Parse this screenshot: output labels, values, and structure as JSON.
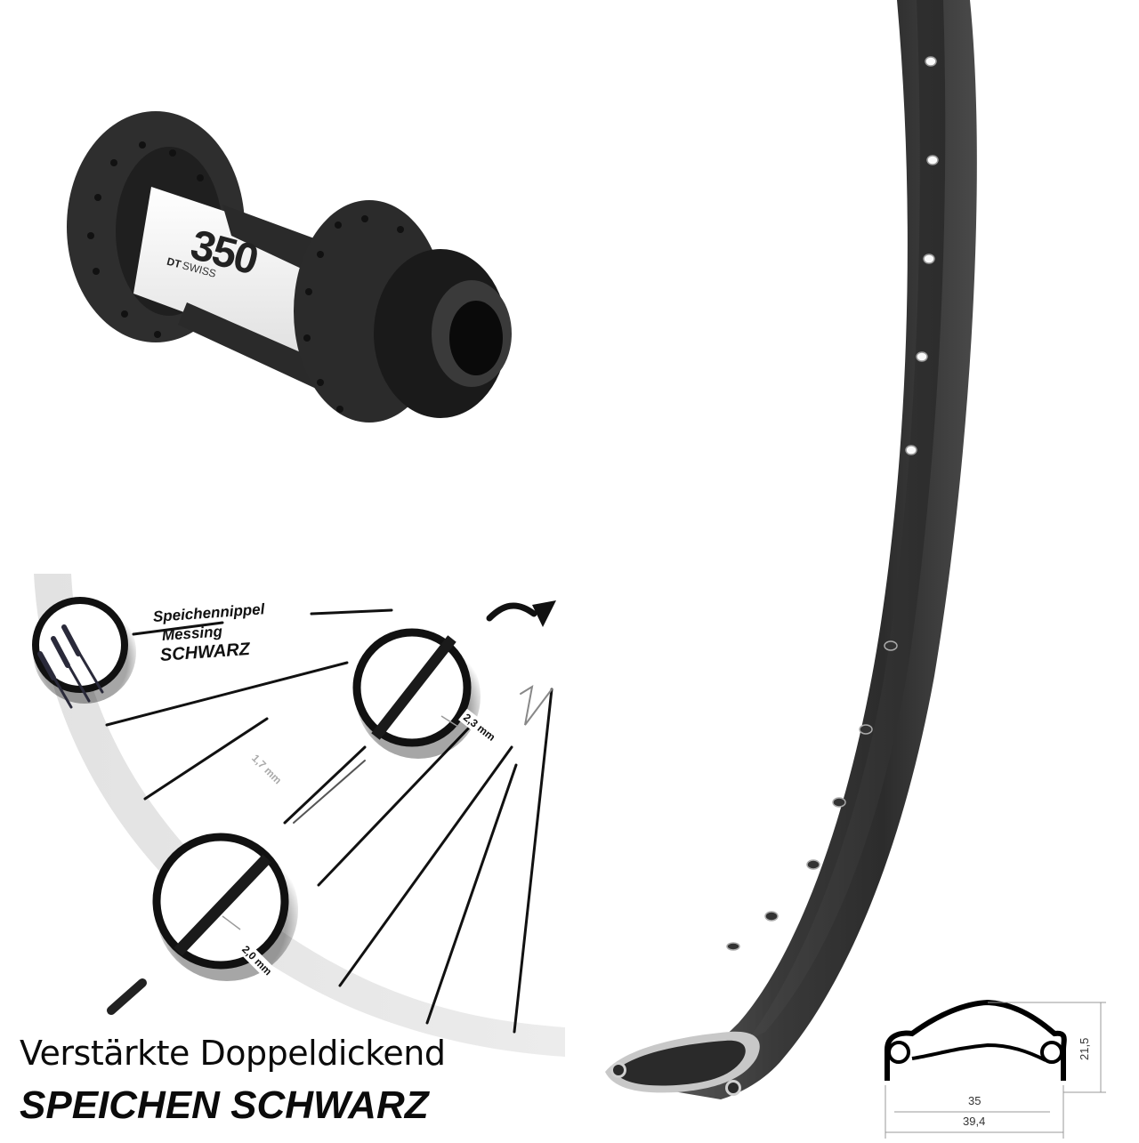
{
  "hub": {
    "model_number": "350",
    "brand_prefix": "DT",
    "brand_suffix": "SWISS",
    "colors": {
      "body": "#f2f2f2",
      "flange": "#2b2b2b",
      "stripe": "#2a2a2a"
    }
  },
  "spoke_diagram": {
    "nipple_callout": {
      "line1": "Speichennippel",
      "line2": "Messing",
      "line3": "SCHWARZ"
    },
    "measurements": {
      "outer_diameter": "2,3 mm",
      "middle_diameter": "1,7 mm",
      "end_diameter": "2,0 mm"
    },
    "rim_arc_color": "#e6e6e6"
  },
  "headline": {
    "line1": "Verstärkte Doppeldickend",
    "line2": "SPEICHEN SCHWARZ"
  },
  "rim": {
    "color": "#3a3a3a",
    "profile": {
      "height": "21,5",
      "inner_width": "35",
      "outer_width": "39,4"
    }
  }
}
